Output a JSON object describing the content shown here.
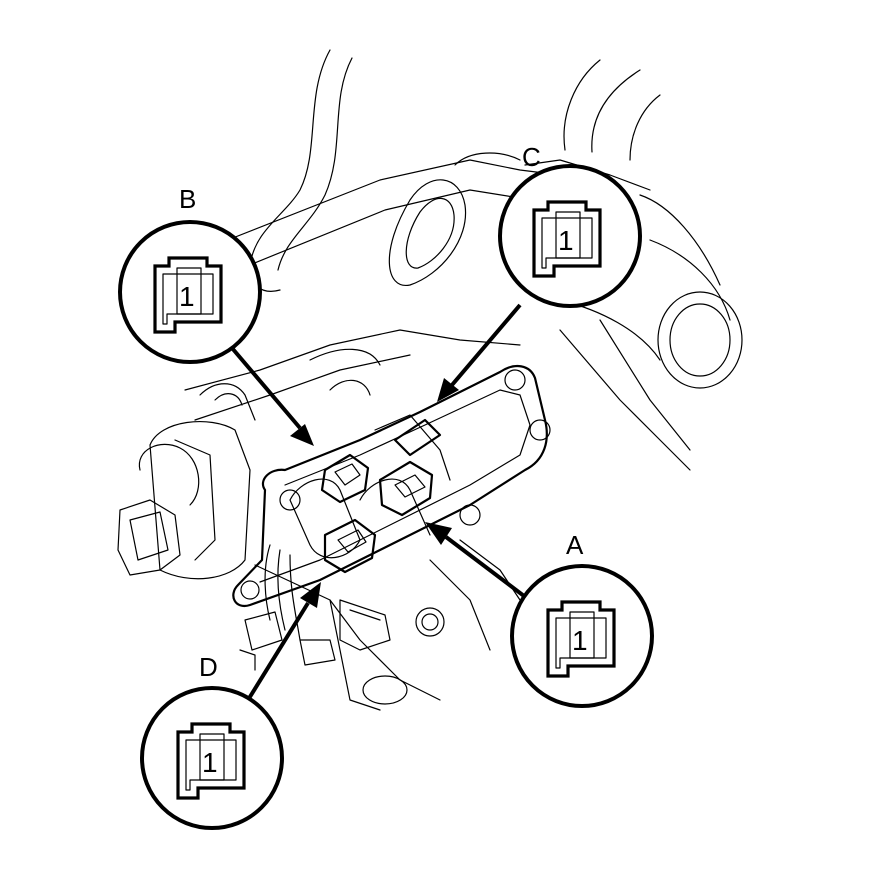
{
  "callouts": [
    {
      "id": "A",
      "label": "A",
      "pin": "1"
    },
    {
      "id": "B",
      "label": "B",
      "pin": "1"
    },
    {
      "id": "C",
      "label": "C",
      "pin": "1"
    },
    {
      "id": "D",
      "label": "D",
      "pin": "1"
    }
  ]
}
